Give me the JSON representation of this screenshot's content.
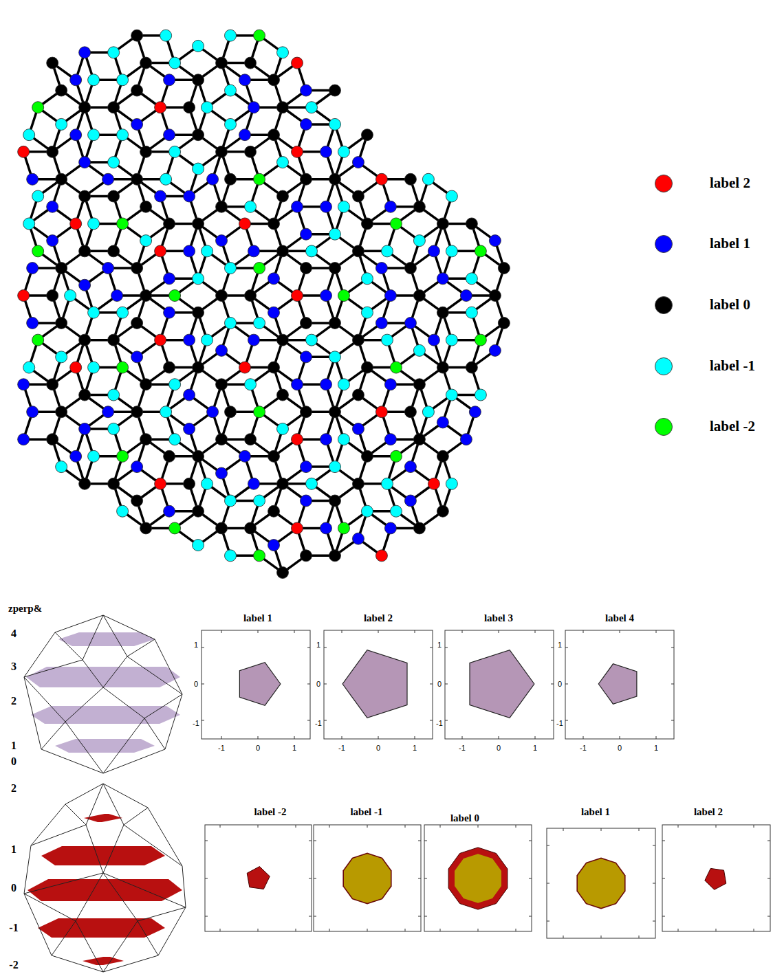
{
  "diagram": {
    "labels": [
      "zperp&",
      "4",
      "3",
      "2",
      "1",
      "0",
      "label 1",
      "1",
      "0",
      "-1",
      "-1",
      "0",
      "1",
      "label 2",
      "1",
      "0",
      "-1",
      "-1",
      "0",
      "1",
      "label 3",
      "1",
      "0",
      "-1",
      "-1",
      "0",
      "1",
      "label 4",
      "1",
      "0",
      "-1",
      "-1",
      "0",
      "1",
      "2",
      "1",
      "0",
      "-1",
      "-2",
      "label -2",
      "label -1",
      "label 0",
      "label 1",
      "label 2"
    ],
    "legend": [
      {
        "text": "label 2",
        "color": "#ff0000"
      },
      {
        "text": "label 1",
        "color": "#0000ff"
      },
      {
        "text": "label 0",
        "color": "#000000"
      },
      {
        "text": "label -1",
        "color": "#00ffff"
      },
      {
        "text": "label -2",
        "color": "#00ff00"
      }
    ]
  }
}
